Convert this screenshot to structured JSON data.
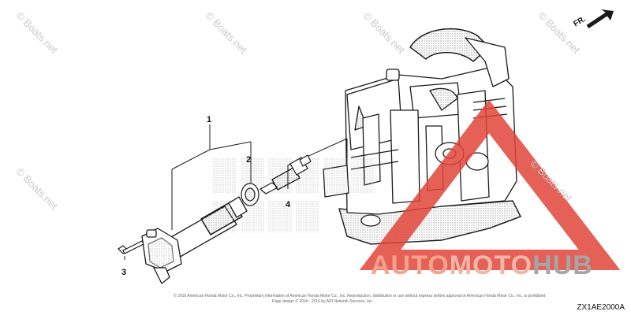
{
  "callouts": {
    "c1": "1",
    "c2": "2",
    "c3": "3",
    "c4": "4"
  },
  "watermarks": {
    "site": "© Boats.net",
    "site_red": "© Boats.net"
  },
  "brand": {
    "part1": "AUTO",
    "part2": "MOTO",
    "part3": "HUB"
  },
  "direction_label": "FR.",
  "diagram_code": "ZX1AE2000A",
  "copyright_line1": "© 2016 American Honda Motor Co., Inc. Proprietary information of American Honda Motor Co., Inc. Reproduction, distribution or use without express written approval of American Honda Motor Co., Inc. is prohibited",
  "copyright_line2": "Page design © 2004 - 2016 by ARI Network Services, Inc.",
  "colors": {
    "line": "#1a1a1a",
    "triangle": "#e0443a",
    "watermark": "#c9c9c9"
  },
  "icons": {
    "direction": "arrow-right-icon",
    "warning": "warning-triangle-icon"
  }
}
